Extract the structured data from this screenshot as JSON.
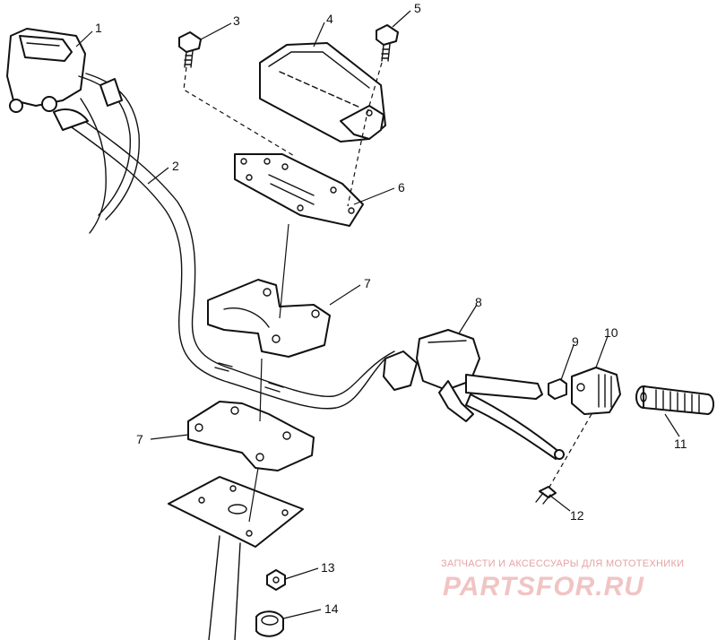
{
  "callouts": [
    {
      "num": "1"
    },
    {
      "num": "2"
    },
    {
      "num": "3"
    },
    {
      "num": "4"
    },
    {
      "num": "5"
    },
    {
      "num": "6"
    },
    {
      "num": "7"
    },
    {
      "num": "7"
    },
    {
      "num": "8"
    },
    {
      "num": "9"
    },
    {
      "num": "10"
    },
    {
      "num": "11"
    },
    {
      "num": "12"
    },
    {
      "num": "13"
    },
    {
      "num": "14"
    }
  ],
  "watermark": {
    "tagline": "ЗАПЧАСТИ И АКСЕССУАРЫ ДЛЯ МОТОТЕХНИКИ",
    "brand": "PARTSFOR.RU",
    "color": "#e6a3a3"
  }
}
